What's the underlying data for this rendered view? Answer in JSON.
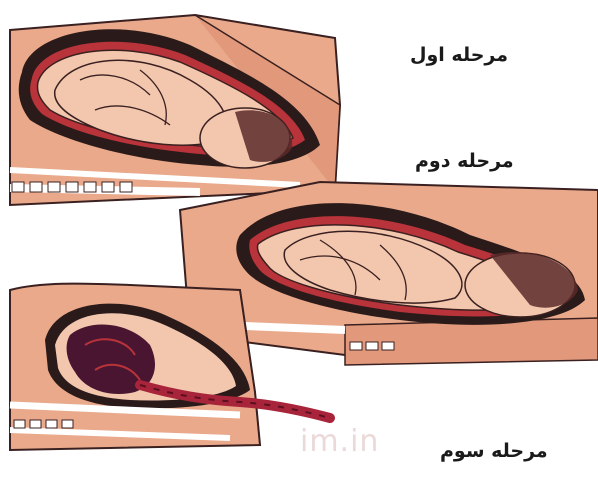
{
  "labels": {
    "stage_1": "مرحله اول",
    "stage_2": "مرحله دوم",
    "stage_3": "مرحله سوم"
  },
  "watermark": "im.in",
  "colors": {
    "skin": "#e9a98a",
    "skin_light": "#f3c7ae",
    "uterus_wall": "#2b1a1a",
    "uterus_red": "#b8333a",
    "placenta": "#4a1530",
    "cord": "#a8243a",
    "bone": "#ffffff"
  }
}
